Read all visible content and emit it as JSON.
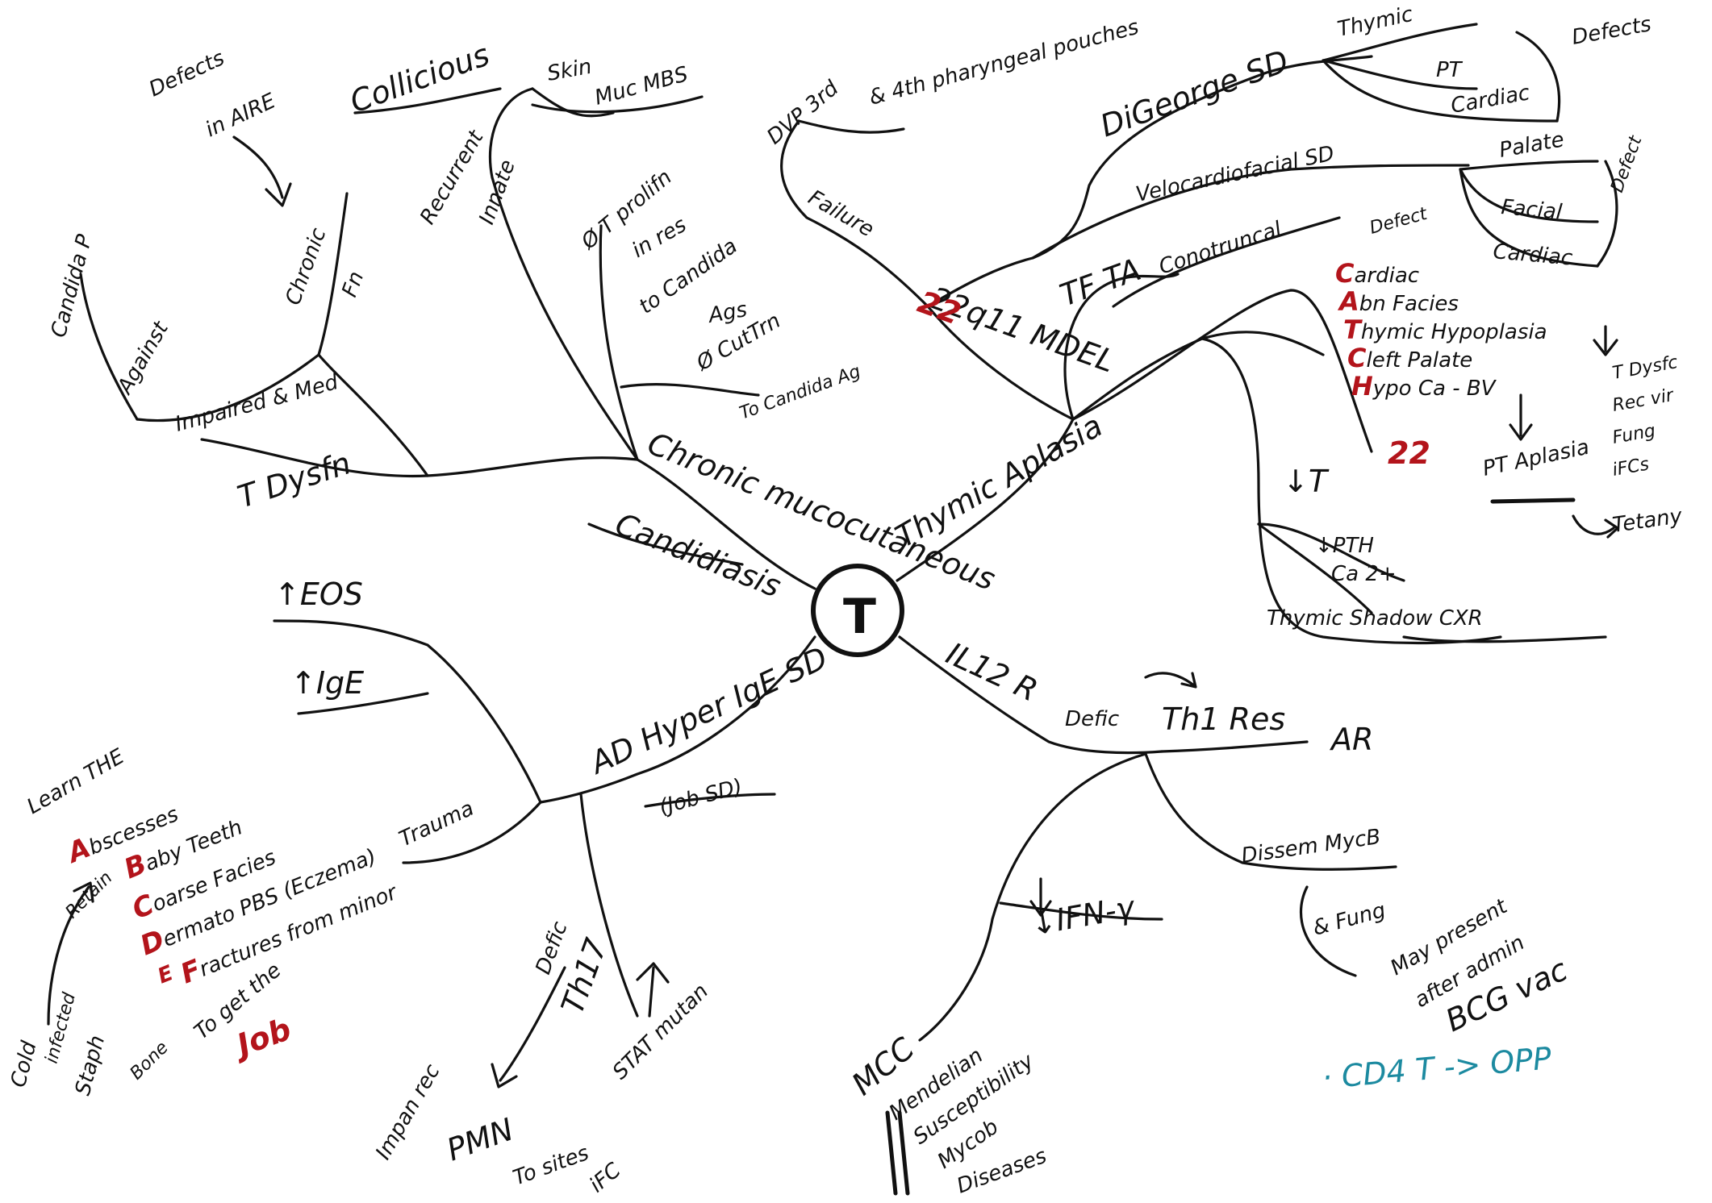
{
  "center": {
    "label": "T"
  },
  "branches": {
    "candidiasis": {
      "label": "Candidiasis",
      "sub1": "Chronic mucocutaneous",
      "sub2": "Collicious",
      "skin_note": "Skin",
      "mucous": "Muc MBS",
      "defects_line1": "Defects",
      "defects_line2": "in AIRE",
      "candida_p": "Candida P",
      "against": "Against",
      "chronic": "Chronic",
      "impaired": "Impaired & Med",
      "t_dysfn": "T Dysfn",
      "innate": "Innate",
      "recurrent": "Recurrent",
      "fn": "Fn",
      "t_prolif": "Ø T prolifn",
      "in_res": "in res",
      "to_candida": "to Candida",
      "ags": "Ags",
      "cutrn": "Ø CutTrn",
      "to_candida_ag": "To Candida Ag"
    },
    "digeorge": {
      "label": "Thymic Aplasia",
      "del": "22q11 MDEL",
      "del_22": "22",
      "failure": "Failure",
      "dvp": "DVP 3rd",
      "pouches": "& 4th pharyngeal pouches",
      "digeorge_sd": "DiGeorge SD",
      "thymic": "Thymic",
      "pt": "PT",
      "cardiac": "Cardiac",
      "defects": "Defects",
      "velo": "Velocardiofacial SD",
      "palate": "Palate",
      "facial": "Facial",
      "cardiac2": "Cardiac",
      "defect": "Defect",
      "tf_ta": "TF TA",
      "conotruncal": "Conotruncal",
      "catch_defect": "Defect",
      "catch_c1": "C",
      "catch_c1_rest": "ardiac",
      "catch_a": "A",
      "catch_a_rest": "bn Facies",
      "catch_t": "T",
      "catch_t_rest": "hymic Hypoplasia",
      "catch_c2": "C",
      "catch_c2_rest": "left Palate",
      "catch_h": "H",
      "catch_h_rest": "ypo Ca - BV",
      "catch_22": "22",
      "t_dysfc": "T Dysfc",
      "rec_vir": "Rec vir",
      "fung": "Fung",
      "ifc": "iFCs",
      "pt_aplasia": "PT Aplasia",
      "tetany": "Tetany",
      "low_t": "↓T",
      "low_pth": "↓PTH",
      "ca": "Ca 2+",
      "thymic_shadow": "Thymic Shadow CXR"
    },
    "ad_hyper_ige": {
      "label": "AD Hyper IgE SD",
      "job": "(Job SD)",
      "job_red": "Job",
      "eos": "↑EOS",
      "ige": "↑IgE",
      "trauma": "Trauma",
      "learn_the": "Learn THE",
      "a": "A",
      "a_rest": "bscesses",
      "b": "B",
      "b_rest": "aby Teeth",
      "c": "C",
      "c_rest": "oarse Facies",
      "d": "D",
      "d_rest": "ermato PBS (Eczema)",
      "e": "E",
      "f": "F",
      "f_rest": "ractures from minor",
      "retain": "Retain",
      "bone": "Bone",
      "cold": "Cold",
      "infected": "infected",
      "staph": "Staph",
      "to_get": "To get the",
      "job_final": "Job",
      "defic": "Defic",
      "th17": "Th17",
      "stat_mutan": "STAT mutan",
      "imp_rec": "Impan rec",
      "pmn": "PMN",
      "to_sites": "To sites",
      "ifc": "iFC"
    },
    "il12r": {
      "label": "IL12 R",
      "defic": "Defic",
      "th1_res": "Th1 Res",
      "ar": "AR",
      "disseminated": "Dissem MycB",
      "fung": "& Fung",
      "may_present": "May present",
      "after_admin": "after admin",
      "bcg_vac": "BCG vac",
      "ifn": "↓IFN-γ",
      "mcc": "MCC",
      "mendelian": "Mendelian",
      "suscept": "Susceptibility",
      "mycob": "Mycob",
      "diseases": "Diseases"
    }
  },
  "footnote": "· CD4 T -> OPP",
  "colors": {
    "ink": "#111111",
    "red": "#b3141b",
    "teal": "#1c8aa0"
  }
}
